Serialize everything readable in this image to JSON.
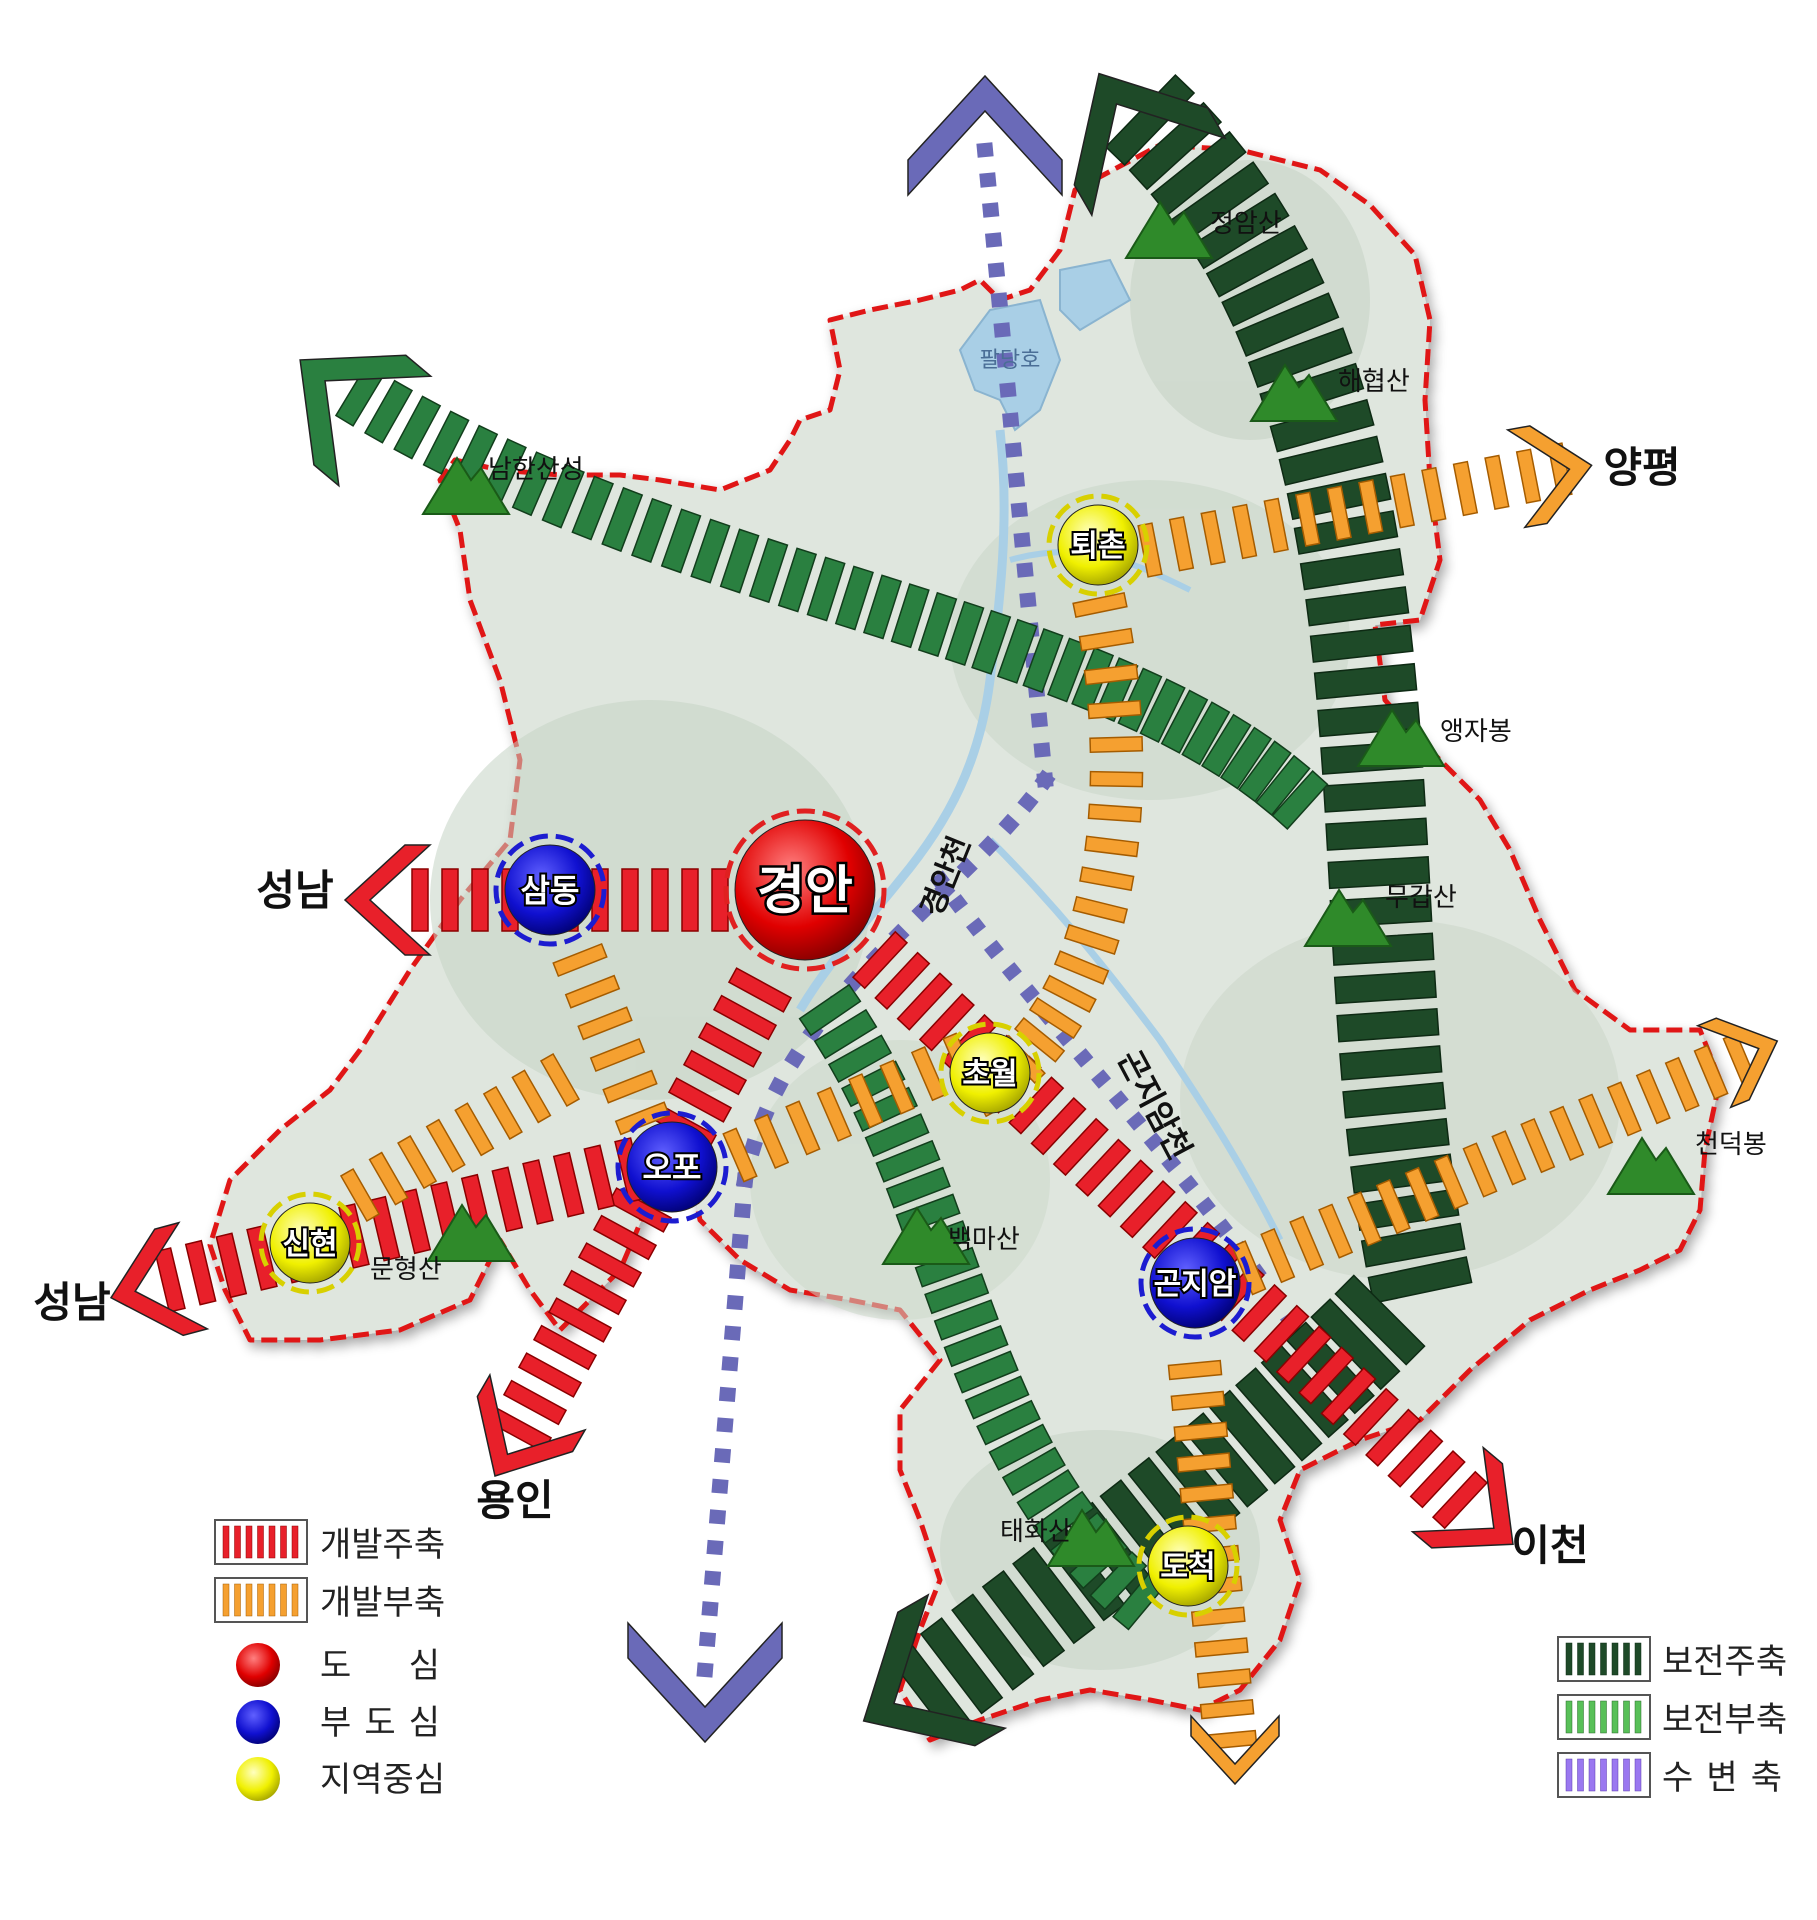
{
  "water": {
    "lake": "팔당호",
    "stream1": "경안천",
    "stream2": "곤지암천"
  },
  "destinations": {
    "seongnam_upper": "성남",
    "seongnam_lower": "성남",
    "yongin": "용인",
    "icheon": "이천",
    "yangpyeong": "양평"
  },
  "centers": {
    "main": "경안",
    "samdong": "삼동",
    "opo": "오포",
    "gonjiam": "곤지암",
    "toechon": "퇴촌",
    "chowol": "초월",
    "sinhyeon": "신현",
    "docheok": "도척"
  },
  "mountains": {
    "jeongamsan": "정암산",
    "haehyeopsan": "해협산",
    "namhansanseong": "남한산성",
    "aengjabong": "앵자봉",
    "mugapsan": "무갑산",
    "cheondeokbong": "천덕봉",
    "baekmasan": "백마산",
    "munhyeongsan": "문형산",
    "taehwasan": "태화산"
  },
  "legend_left": {
    "dev_main": "개발주축",
    "dev_sub": "개발부축",
    "center_main": "도 심",
    "center_sub": "부 도 심",
    "center_local": "지역중심"
  },
  "legend_right": {
    "cons_main": "보전주축",
    "cons_sub": "보전부축",
    "waterside": "수 변 축"
  },
  "colors": {
    "dev_main": "#e8202a",
    "dev_sub": "#f5a030",
    "cons_main": "#1e4a28",
    "cons_sub": "#2a8040",
    "waterside": "#6a6ab8",
    "boundary": "#e02020",
    "center_main": "#e00000",
    "center_sub": "#1010d0",
    "center_local": "#f0f000"
  }
}
